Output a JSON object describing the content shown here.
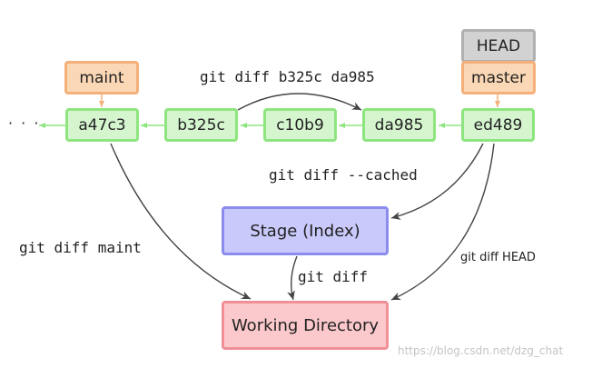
{
  "diagram": {
    "ellipsis": "· · ·",
    "head": "HEAD",
    "branches": {
      "maint": "maint",
      "master": "master"
    },
    "commits": [
      "a47c3",
      "b325c",
      "c10b9",
      "da985",
      "ed489"
    ],
    "areas": {
      "stage": "Stage (Index)",
      "working_directory": "Working Directory"
    },
    "commands": {
      "diff_commits": "git diff b325c da985",
      "diff_cached": "git diff --cached",
      "diff_maint": "git diff maint",
      "diff": "git diff",
      "diff_head": "git diff HEAD"
    },
    "colors": {
      "commit_fill": "#d5f5cf",
      "commit_border": "#8ee57f",
      "branch_fill": "#fbd8b5",
      "branch_border": "#f5b07a",
      "head_fill": "#d2d2d2",
      "stage_fill": "#c9c9fb",
      "workdir_fill": "#fbc9cc",
      "arrow": "#444444"
    }
  },
  "watermark": "https://blog.csdn.net/dzg_chat"
}
